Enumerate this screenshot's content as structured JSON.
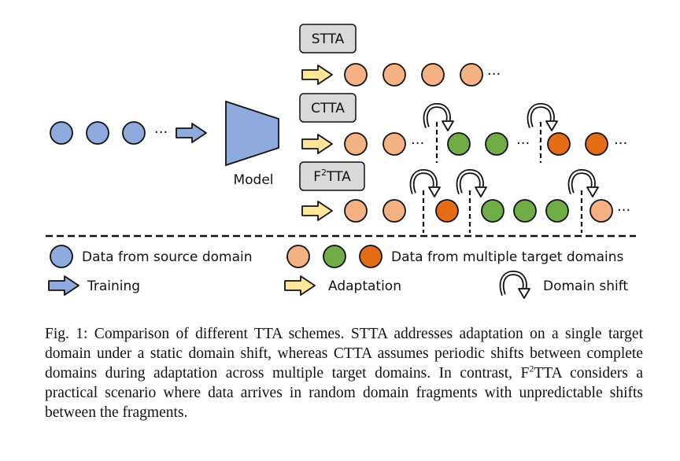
{
  "model_label": "Model",
  "schemes": [
    {
      "tag": "STTA"
    },
    {
      "tag": "CTTA"
    },
    {
      "tag_main": "F",
      "tag_sup": "2",
      "tag_rest": "TTA"
    }
  ],
  "ellipsis": "···",
  "legend": {
    "source": "Data from source domain",
    "target": "Data from multiple target domains",
    "training": "Training",
    "adaptation": "Adaptation",
    "shift": "Domain shift"
  },
  "caption": {
    "prefix": "Fig. 1: Comparison of different TTA schemes. STTA addresses adaptation on a single target domain under a static domain shift, whereas CTTA assumes periodic shifts between complete domains during adaptation across multiple target domains. In contrast, F",
    "sup": "2",
    "suffix": "TTA considers a practical scenario where data arrives in random domain fragments with unpredictable shifts between the fragments."
  },
  "colors": {
    "source": "#8faadc",
    "orange_light": "#f4b183",
    "green": "#70ad47",
    "orange_dark": "#e46c17",
    "training_arrow": "#8faadc",
    "adaptation_arrow": "#ffe699",
    "tag_fill": "#d9d9d9"
  }
}
